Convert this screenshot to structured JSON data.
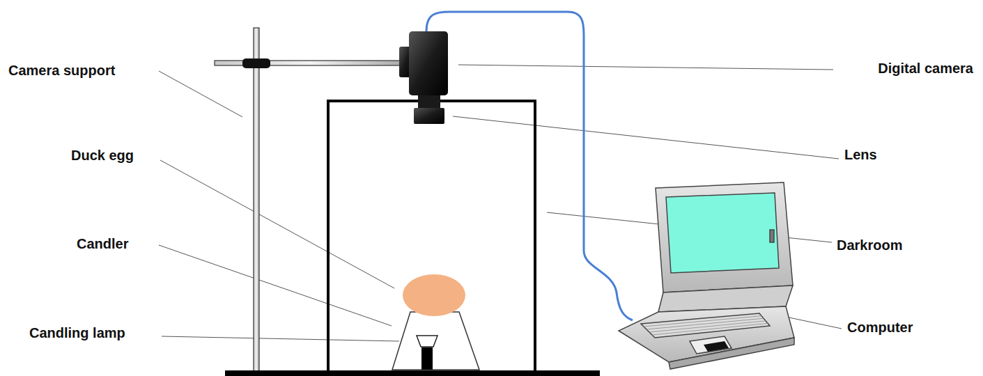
{
  "diagram": {
    "labels": [
      "Camera  support",
      "Duck egg",
      "Candler",
      "Candling lamp",
      "Digital camera",
      "Lens",
      "Darkroom",
      "Computer"
    ]
  }
}
